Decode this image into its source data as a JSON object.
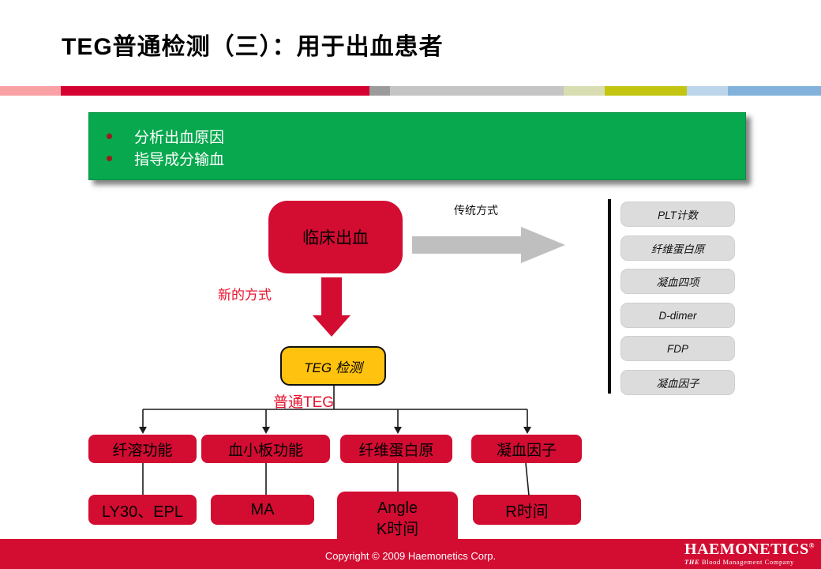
{
  "title": "TEG普通检测（三）：用于出血患者",
  "accent_bar": {
    "segments": [
      {
        "color": "#F9A1A4",
        "width_pct": 7.4
      },
      {
        "color": "#D50032",
        "width_pct": 37.6
      },
      {
        "color": "#9B9B9B",
        "width_pct": 2.5
      },
      {
        "color": "#C5C5C5",
        "width_pct": 21.2
      },
      {
        "color": "#D9DDB2",
        "width_pct": 5.0
      },
      {
        "color": "#C3C511",
        "width_pct": 10.0
      },
      {
        "color": "#BCD5EA",
        "width_pct": 5.0
      },
      {
        "color": "#82B2DC",
        "width_pct": 11.3
      }
    ]
  },
  "highlight": {
    "bullets": [
      "分析出血原因",
      "指导成分输血"
    ]
  },
  "flowchart": {
    "root_label": "临床出血",
    "traditional_path_label": "传统方式",
    "new_path_label": "新的方式",
    "teg_label": "TEG 检测",
    "common_teg_label": "普通TEG",
    "traditional_tests": [
      "PLT计数",
      "纤维蛋白原",
      "凝血四项",
      "D-dimer",
      "FDP",
      "凝血因子"
    ],
    "branches": [
      {
        "label": "纤溶功能",
        "child": "LY30、EPL"
      },
      {
        "label": "血小板功能",
        "child": "MA"
      },
      {
        "label": "纤维蛋白原",
        "child_lines": [
          "Angle",
          "K时间"
        ]
      },
      {
        "label": "凝血因子",
        "child": "R时间"
      }
    ]
  },
  "footer": {
    "copyright": "Copyright © 2009 Haemonetics Corp.",
    "brand": "HAEMONETICS",
    "reg": "®",
    "tagline_lead": "THE",
    "tagline_rest": " Blood Management Company"
  },
  "colors": {
    "flow_red": "#D30C32",
    "green": "#07A84E",
    "teg_yellow": "#FFC20E",
    "arrow_gray": "#BFBFBF",
    "bullet_red": "#9E1B1B",
    "accent_label_red": "#E8112D"
  }
}
